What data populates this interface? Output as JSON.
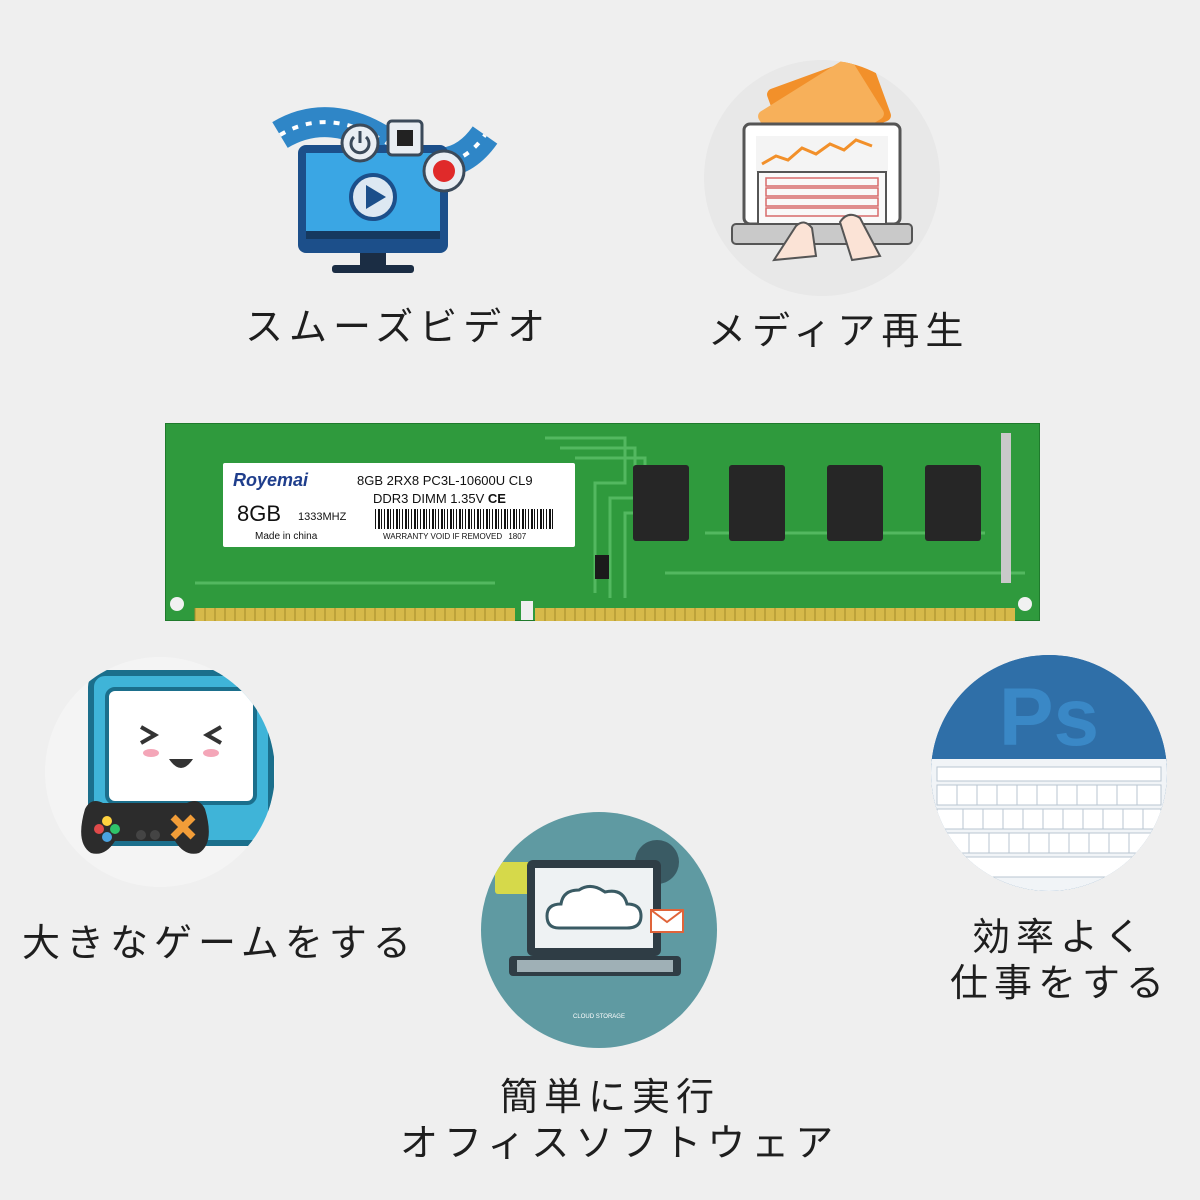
{
  "features": {
    "smooth_video": "スムーズビデオ",
    "media_playback": "メディア再生",
    "big_games": "大きなゲームをする",
    "work_efficiently": [
      "効率よく",
      "仕事をする"
    ],
    "office_software": [
      "簡単に実行",
      "オフィスソフトウェア"
    ]
  },
  "ram": {
    "brand": "Royemai",
    "capacity": "8GB",
    "speed": "1333MHZ",
    "spec_line1": "8GB 2RX8 PC3L-10600U CL9",
    "spec_line2": "DDR3  DIMM  1.35V",
    "ce_mark": "CE",
    "origin": "Made in china",
    "warranty": "WARRANTY VOID IF REMOVED",
    "lot": "1807"
  },
  "illustrations": {
    "photoshop_logo": "Ps",
    "cloud_caption": "CLOUD STORAGE"
  },
  "colors": {
    "pcb_green": "#2f9a3d",
    "background": "#efefef",
    "ps_blue": "#2f6fa8",
    "gaming_cyan": "#3fb4d8"
  }
}
